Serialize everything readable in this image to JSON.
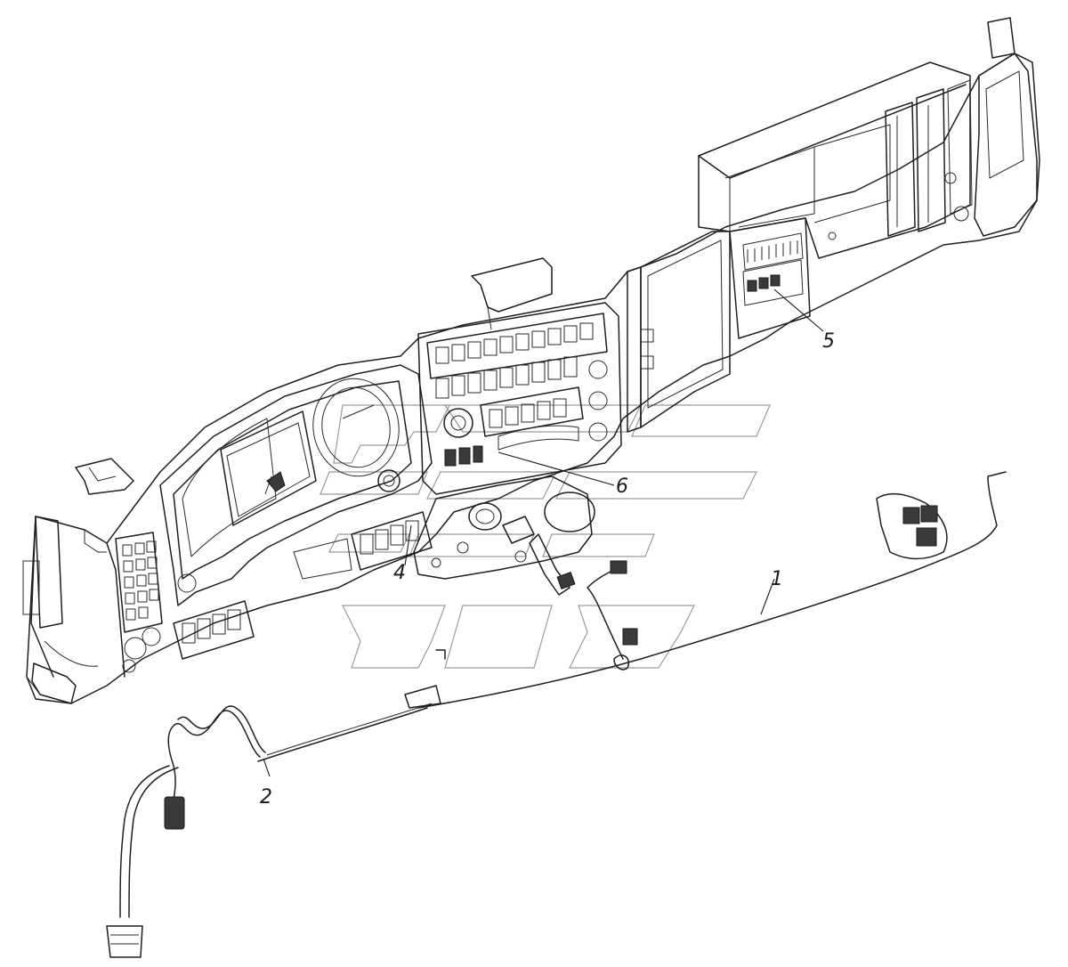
{
  "diagram": {
    "callouts": [
      {
        "id": "c1",
        "label": "1"
      },
      {
        "id": "c2",
        "label": "2"
      },
      {
        "id": "c4",
        "label": "4"
      },
      {
        "id": "c5",
        "label": "5"
      },
      {
        "id": "c6",
        "label": "6"
      }
    ],
    "colors": {
      "line": "#1f1f1f",
      "watermark": "#9a9a9a",
      "background": "#ffffff"
    }
  }
}
